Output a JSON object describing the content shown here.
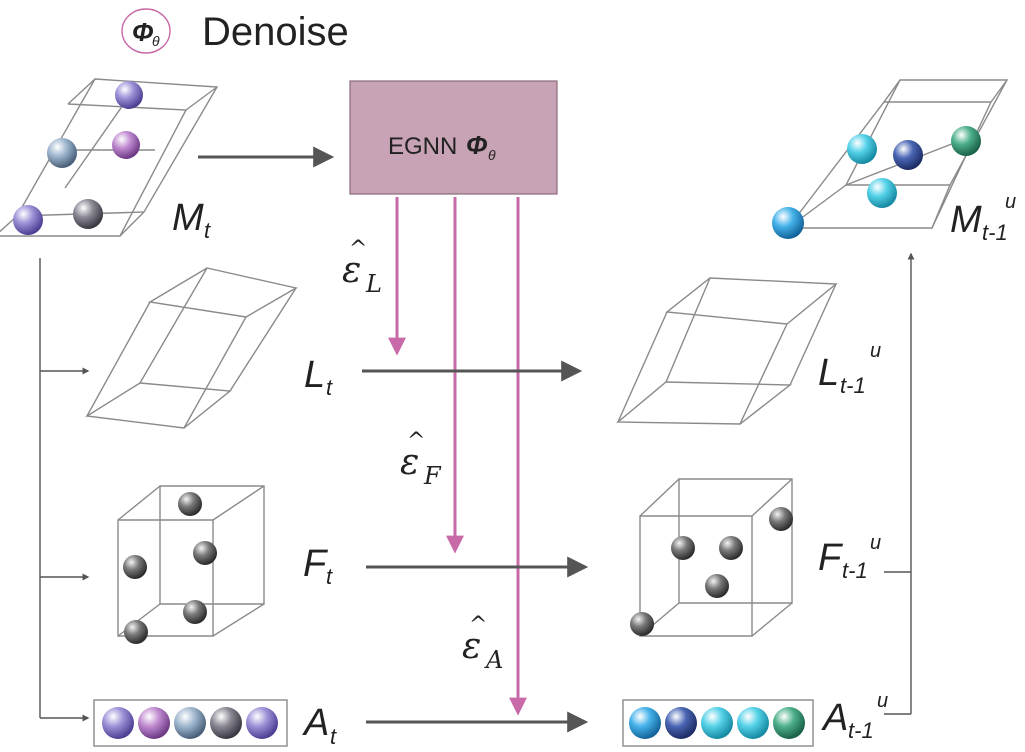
{
  "header": {
    "symbol": "Φ",
    "symbol_sub": "θ",
    "title": "Denoise"
  },
  "network": {
    "name": "EGNN",
    "symbol": "Φ",
    "symbol_sub": "θ",
    "fill": "#c7a3b5"
  },
  "noise_labels": [
    {
      "base": "ε",
      "sub": "L"
    },
    {
      "base": "ε",
      "sub": "F"
    },
    {
      "base": "ε",
      "sub": "A"
    }
  ],
  "input_labels": {
    "M": {
      "base": "M",
      "sub": "t"
    },
    "L": {
      "base": "L",
      "sub": "t"
    },
    "F": {
      "base": "F",
      "sub": "t"
    },
    "A": {
      "base": "A",
      "sub": "t"
    }
  },
  "output_labels": {
    "M": {
      "base": "M",
      "sub": "t-1",
      "sup": "u"
    },
    "L": {
      "base": "L",
      "sub": "t-1",
      "sup": "u"
    },
    "F": {
      "base": "F",
      "sub": "t-1",
      "sup": "u"
    },
    "A": {
      "base": "A",
      "sub": "t-1",
      "sup": "u"
    }
  },
  "colors": {
    "arrow_gray": "#555555",
    "arrow_pink": "#c86aa8",
    "wire": "#8a8a8a",
    "atom_input": [
      "#8c7fc9",
      "#b07ac4",
      "#8fa6bf",
      "#7d7a86",
      "#8c7fc9"
    ],
    "atom_output": [
      "#3aa8e3",
      "#3b5aa8",
      "#46c8e0",
      "#46c8e0",
      "#3a9e7a"
    ],
    "atom_gray": "#707070"
  }
}
